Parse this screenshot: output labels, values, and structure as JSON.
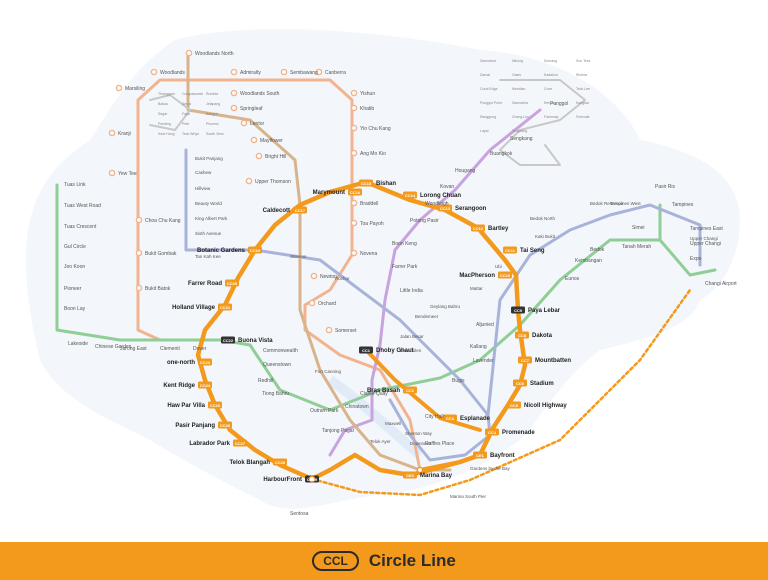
{
  "footer": {
    "badge": "CCL",
    "title": "Circle Line"
  },
  "colors": {
    "circle": "#f39a1c",
    "ns": "#f2b48e",
    "ew": "#8fcf95",
    "ne": "#c8a3dd",
    "dt": "#a8b3da",
    "te": "#d8b48a",
    "lrt": "#c8c8c8",
    "water": "#e9f0fa",
    "land": "#f8f9fc"
  },
  "circle_stations": [
    {
      "name": "Dhoby Ghaut",
      "code": "CC1"
    },
    {
      "name": "Bras Basah",
      "code": "CC2"
    },
    {
      "name": "Esplanade",
      "code": "CC3"
    },
    {
      "name": "Promenade",
      "code": "CC4"
    },
    {
      "name": "Nicoll Highway",
      "code": "CC5"
    },
    {
      "name": "Stadium",
      "code": "CC6"
    },
    {
      "name": "Mountbatten",
      "code": "CC7"
    },
    {
      "name": "Dakota",
      "code": "CC8"
    },
    {
      "name": "Paya Lebar",
      "code": "CC9"
    },
    {
      "name": "MacPherson",
      "code": "CC10"
    },
    {
      "name": "Tai Seng",
      "code": "CC11"
    },
    {
      "name": "Bartley",
      "code": "CC12"
    },
    {
      "name": "Serangoon",
      "code": "CC13"
    },
    {
      "name": "Lorong Chuan",
      "code": "CC14"
    },
    {
      "name": "Bishan",
      "code": "CC15"
    },
    {
      "name": "Marymount",
      "code": "CC16"
    },
    {
      "name": "Caldecott",
      "code": "CC17"
    },
    {
      "name": "Botanic Gardens",
      "code": "CC19"
    },
    {
      "name": "Farrer Road",
      "code": "CC20"
    },
    {
      "name": "Holland Village",
      "code": "CC21"
    },
    {
      "name": "Buona Vista",
      "code": "CC22"
    },
    {
      "name": "one-north",
      "code": "CC23"
    },
    {
      "name": "Kent Ridge",
      "code": "CC24"
    },
    {
      "name": "Haw Par Villa",
      "code": "CC25"
    },
    {
      "name": "Pasir Panjang",
      "code": "CC26"
    },
    {
      "name": "Labrador Park",
      "code": "CC27"
    },
    {
      "name": "Telok Blangah",
      "code": "CC28"
    },
    {
      "name": "HarbourFront",
      "code": "CC29"
    },
    {
      "name": "Bayfront",
      "code": "CE1"
    },
    {
      "name": "Marina Bay",
      "code": "CE2"
    }
  ],
  "ns_stations": [
    "Woodlands North",
    "Woodlands",
    "Admiralty",
    "Sembawang",
    "Canberra",
    "Yishun",
    "Khatib",
    "Yio Chu Kang",
    "Ang Mo Kio",
    "Braddell",
    "Toa Payoh",
    "Novena",
    "Newton",
    "Orchard",
    "Somerset",
    "Marsiling",
    "Kranji",
    "Yew Tee",
    "Choa Chu Kang",
    "Bukit Gombak",
    "Bukit Batok",
    "Woodlands South",
    "Springleaf",
    "Lentor",
    "Mayflower",
    "Bright Hill",
    "Upper Thomson"
  ],
  "ew_stations": [
    "Tuas Link",
    "Tuas West Road",
    "Tuas Crescent",
    "Gul Circle",
    "Joo Koon",
    "Pioneer",
    "Boon Lay",
    "Lakeside",
    "Chinese Garden",
    "Jurong East",
    "Clementi",
    "Dover",
    "Pasir Ris",
    "Tampines",
    "Simei",
    "Tanah Merah",
    "Bedok",
    "Kembangan",
    "Eunos",
    "Aljunied",
    "Kallang",
    "Lavender",
    "Bugis",
    "Tanjong Pagar",
    "Outram Park",
    "Tiong Bahru",
    "Redhill",
    "Queenstown",
    "Commonwealth",
    "Tampines East",
    "Upper Changi",
    "Expo",
    "Changi Airport"
  ],
  "ne_stations": [
    "Punggol",
    "Sengkang",
    "Buangkok",
    "Hougang",
    "Kovan",
    "Woodleigh",
    "Potong Pasir",
    "Boon Keng",
    "Farrer Park",
    "Little India",
    "Clarke Quay",
    "Chinatown"
  ],
  "dt_stations": [
    "Bukit Panjang",
    "Cashew",
    "Hillview",
    "Beauty World",
    "King Albert Park",
    "Sixth Avenue",
    "Tan Kah Kee",
    "Stevens",
    "Rochor",
    "Bendemeer",
    "Geylang Bahru",
    "Mattar",
    "Ubi",
    "Kaki Bukit",
    "Bedok North",
    "Bedok Reservoir",
    "Tampines West",
    "Jalan Besar",
    "Bencoolen",
    "Fort Canning",
    "Telok Ayer",
    "Downtown",
    "Upper Changi"
  ],
  "te_stations": [
    "Maxwell",
    "Shenton Way",
    "Marina South Pier",
    "Gardens by the Bay"
  ],
  "interchange_labels": [
    "City Hall",
    "Raffles Place",
    "Sentosa"
  ],
  "lrt_labels": [
    "Samudera",
    "Nibong",
    "Sumang",
    "Soo Teck",
    "Damai",
    "Oasis",
    "Kadaloor",
    "Riviera",
    "Coral Edge",
    "Meridian",
    "Cove",
    "Teck Lee",
    "Punggol Point",
    "Samudera",
    "Renjong",
    "Kangkar",
    "Ranggung",
    "Cheng Lim",
    "Farmway",
    "Fernvale",
    "Layar",
    "Tongkang",
    "Thanggam",
    "Compassvale",
    "Rumbia",
    "Bakau",
    "Senja",
    "Jelapang",
    "Segar",
    "Fajar",
    "Bangkit",
    "Pending",
    "Petir",
    "Phoenix",
    "Keat Hong",
    "Teck Whye",
    "South View"
  ]
}
